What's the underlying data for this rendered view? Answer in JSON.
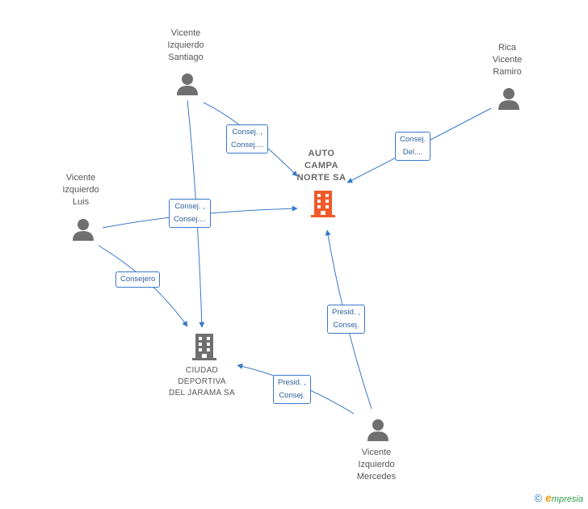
{
  "nodes": {
    "vicente_santiago": {
      "lines": [
        "Vicente",
        "Izquierdo",
        "Santiago"
      ]
    },
    "rica_ramiro": {
      "lines": [
        "Rica",
        "Vicente",
        "Ramiro"
      ]
    },
    "vicente_luis": {
      "lines": [
        "Vicente",
        "Izquierdo",
        "Luis"
      ]
    },
    "vicente_mercedes": {
      "lines": [
        "Vicente",
        "Izquierdo",
        "Mercedes"
      ]
    },
    "auto_campa": {
      "lines": [
        "AUTO",
        "CAMPA",
        "NORTE SA"
      ]
    },
    "ciudad_deportiva": {
      "lines": [
        "CIUDAD",
        "DEPORTIVA",
        "DEL JARAMA SA"
      ]
    }
  },
  "edges": {
    "santiago_auto": [
      "Consej. ,",
      "Consej...."
    ],
    "rica_auto": [
      "Consej.",
      "Del...."
    ],
    "luis_auto": [
      "Consej. ,",
      "Consej...."
    ],
    "luis_ciudad": [
      "Consejero"
    ],
    "mercedes_auto": [
      "Presid. ,",
      "Consej."
    ],
    "mercedes_ciudad": [
      "Presid. ,",
      "Consej."
    ]
  },
  "colors": {
    "edge": "#3a78c9",
    "person": "#6f6f6f",
    "company_main": "#f05a28",
    "company_other": "#6f6f6f"
  },
  "footer": {
    "copyright": "©",
    "brand_initial": "e",
    "brand_rest": "mpresia"
  }
}
